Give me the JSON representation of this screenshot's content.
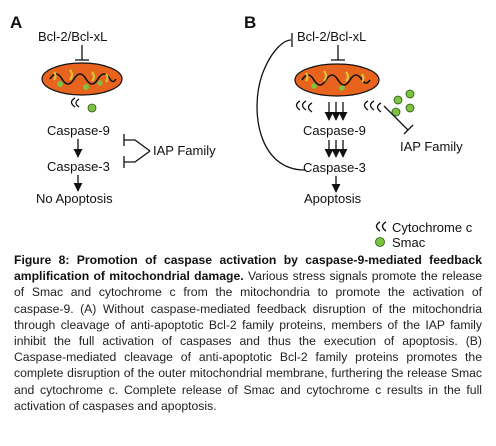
{
  "figure": {
    "panel_a": {
      "letter": "A",
      "bcl2": "Bcl-2/Bcl-xL",
      "caspase9": "Caspase-9",
      "caspase3": "Caspase-3",
      "iap": "IAP Family",
      "outcome": "No Apoptosis"
    },
    "panel_b": {
      "letter": "B",
      "bcl2": "Bcl-2/Bcl-xL",
      "caspase9": "Caspase-9",
      "caspase3": "Caspase-3",
      "iap": "IAP Family",
      "outcome": "Apoptosis"
    },
    "legend": {
      "cytochrome": "Cytochrome c",
      "smac": "Smac"
    },
    "colors": {
      "mito_fill": "#e8641e",
      "mito_inner": "#d9c83a",
      "smac_green": "#7dc242",
      "line": "#111111"
    }
  },
  "caption": {
    "title": "Figure 8: Promotion of caspase activation by caspase-9-mediated feedback amplification of mitochondrial damage.",
    "body": " Various stress signals promote the release of Smac and cytochrome c from the mitochondria to promote the activation of caspase-9. (A) Without caspase-mediated feedback disruption of the mitochondria through cleavage of anti-apoptotic Bcl-2 family proteins, members of the IAP family inhibit the full activation of caspases and thus the execution of apoptosis. (B) Caspase-mediated cleavage of anti-apoptotic Bcl-2 family proteins promotes the complete disruption of the outer mitochondrial membrane, furthering the release Smac and cytochrome c. Complete release of Smac and cytochrome c results in the full activation of caspases and apoptosis."
  }
}
